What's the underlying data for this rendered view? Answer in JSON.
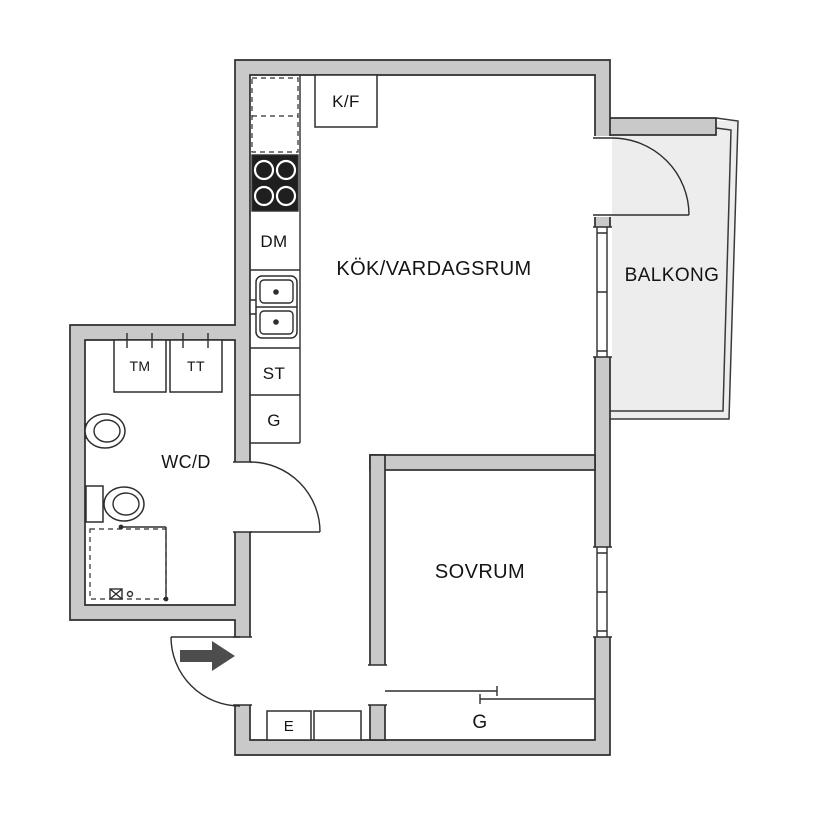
{
  "colors": {
    "background": "#ffffff",
    "wall_fill": "#c9c9c9",
    "outline": "#2e2e2e",
    "balcony_floor": "#ededed",
    "text": "#141414",
    "arrow": "#4d4d4d"
  },
  "rooms": {
    "kitchen_living": {
      "label": "KÖK/VARDAGSRUM"
    },
    "balcony": {
      "label": "BALKONG"
    },
    "bedroom": {
      "label": "SOVRUM"
    },
    "bathroom": {
      "label": "WC/D"
    }
  },
  "fixtures": {
    "fridge_freezer": "K/F",
    "dishwasher": "DM",
    "tall_cabinet": "ST",
    "kitchen_wardrobe": "G",
    "washing_machine": "TM",
    "tumble_dryer": "TT",
    "electrical_cabinet": "E",
    "bedroom_wardrobe": "G"
  },
  "icons": {
    "entrance_arrow": "right-arrow",
    "stove": "four-burner-stove",
    "sink": "double-basin-sink",
    "toilet": "toilet",
    "washbasin": "round-basin",
    "floor_drain": "drain"
  }
}
